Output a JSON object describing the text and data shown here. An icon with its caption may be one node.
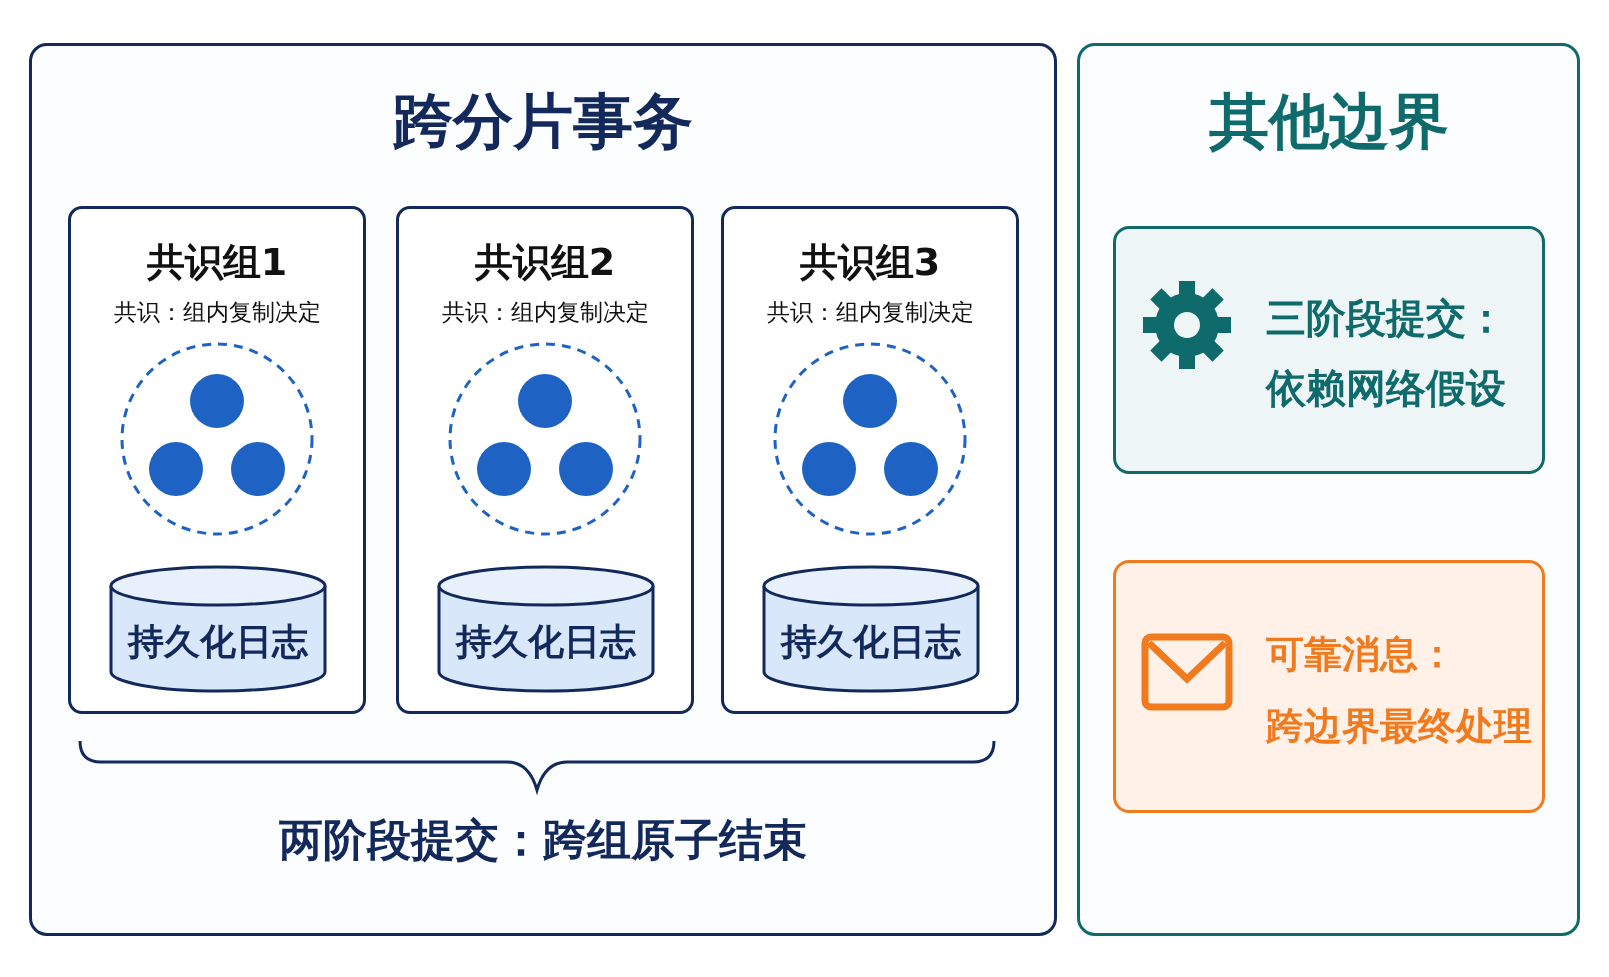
{
  "diagram": {
    "nodes": [
      {
        "text": [
          "跨分片事务",
          "两阶段提交：跨组原子结束"
        ]
      },
      {
        "text": [
          "共识组1",
          "共识：组内复制决定"
        ],
        "in": 0
      },
      {
        "text": [
          "持久化日志"
        ],
        "in": 1
      },
      {
        "text": [
          "共识组2",
          "共识：组内复制决定"
        ],
        "in": 0
      },
      {
        "text": [
          "持久化日志"
        ],
        "in": 3
      },
      {
        "text": [
          "共识组3",
          "共识：组内复制决定"
        ],
        "in": 0
      },
      {
        "text": [
          "持久化日志"
        ],
        "in": 5
      },
      {
        "text": [
          "其他边界"
        ]
      },
      {
        "text": [
          "三阶段提交：",
          "依赖网络假设"
        ],
        "in": 7
      },
      {
        "text": [
          "可靠消息：",
          "跨边界最终处理"
        ],
        "in": 7
      }
    ],
    "edges": []
  }
}
